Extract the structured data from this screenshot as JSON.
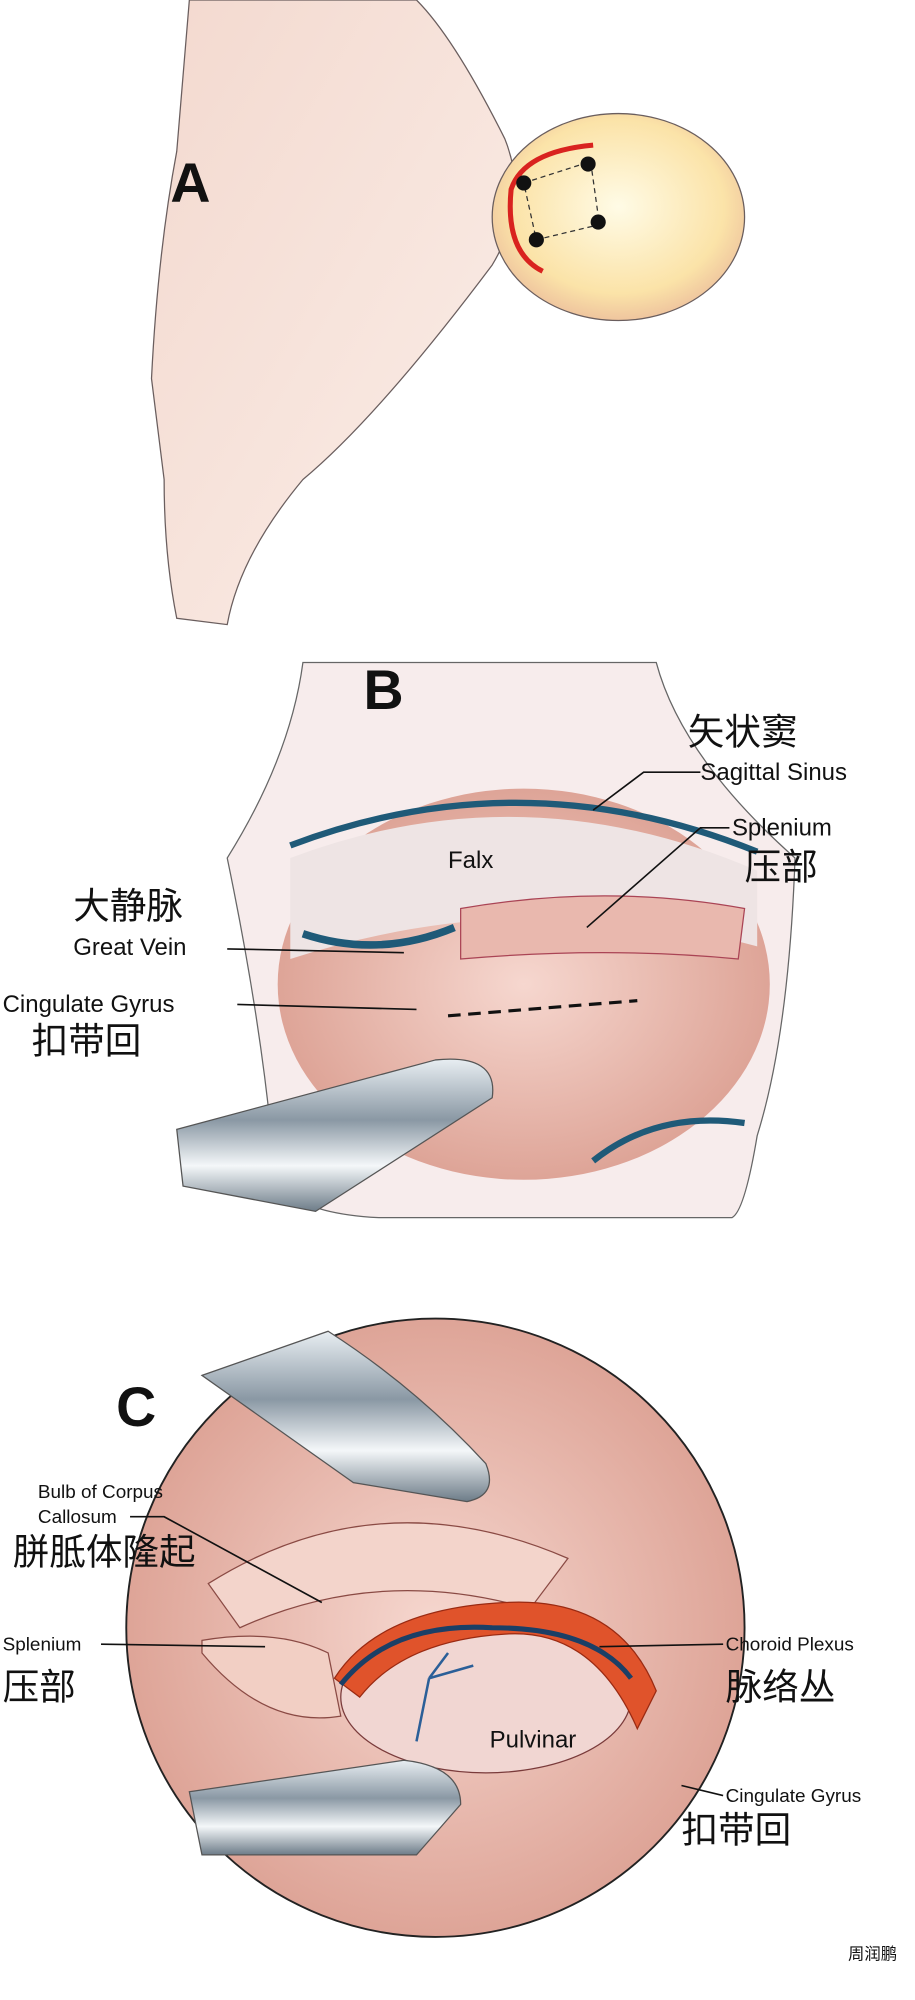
{
  "panel_a": {
    "letter": "A"
  },
  "panel_b": {
    "letter": "B",
    "labels": {
      "sagittal_sinus_zh": "矢状窦",
      "sagittal_sinus": "Sagittal Sinus",
      "splenium": "Splenium",
      "splenium_zh": "压部",
      "falx": "Falx",
      "great_vein_zh": "大静脉",
      "great_vein": "Great Vein",
      "cingulate_gyrus": "Cingulate Gyrus",
      "cingulate_gyrus_zh": "扣带回"
    }
  },
  "panel_c": {
    "letter": "C",
    "labels": {
      "bulb_line1": "Bulb of Corpus",
      "bulb_line2": "Callosum",
      "bulb_zh": "胼胝体隆起",
      "splenium": "Splenium",
      "splenium_zh": "压部",
      "choroid_plexus": "Choroid Plexus",
      "choroid_plexus_zh": "脉络丛",
      "pulvinar": "Pulvinar",
      "cingulate_gyrus": "Cingulate Gyrus",
      "cingulate_gyrus_zh": "扣带回"
    }
  },
  "signature": "周润鹏"
}
